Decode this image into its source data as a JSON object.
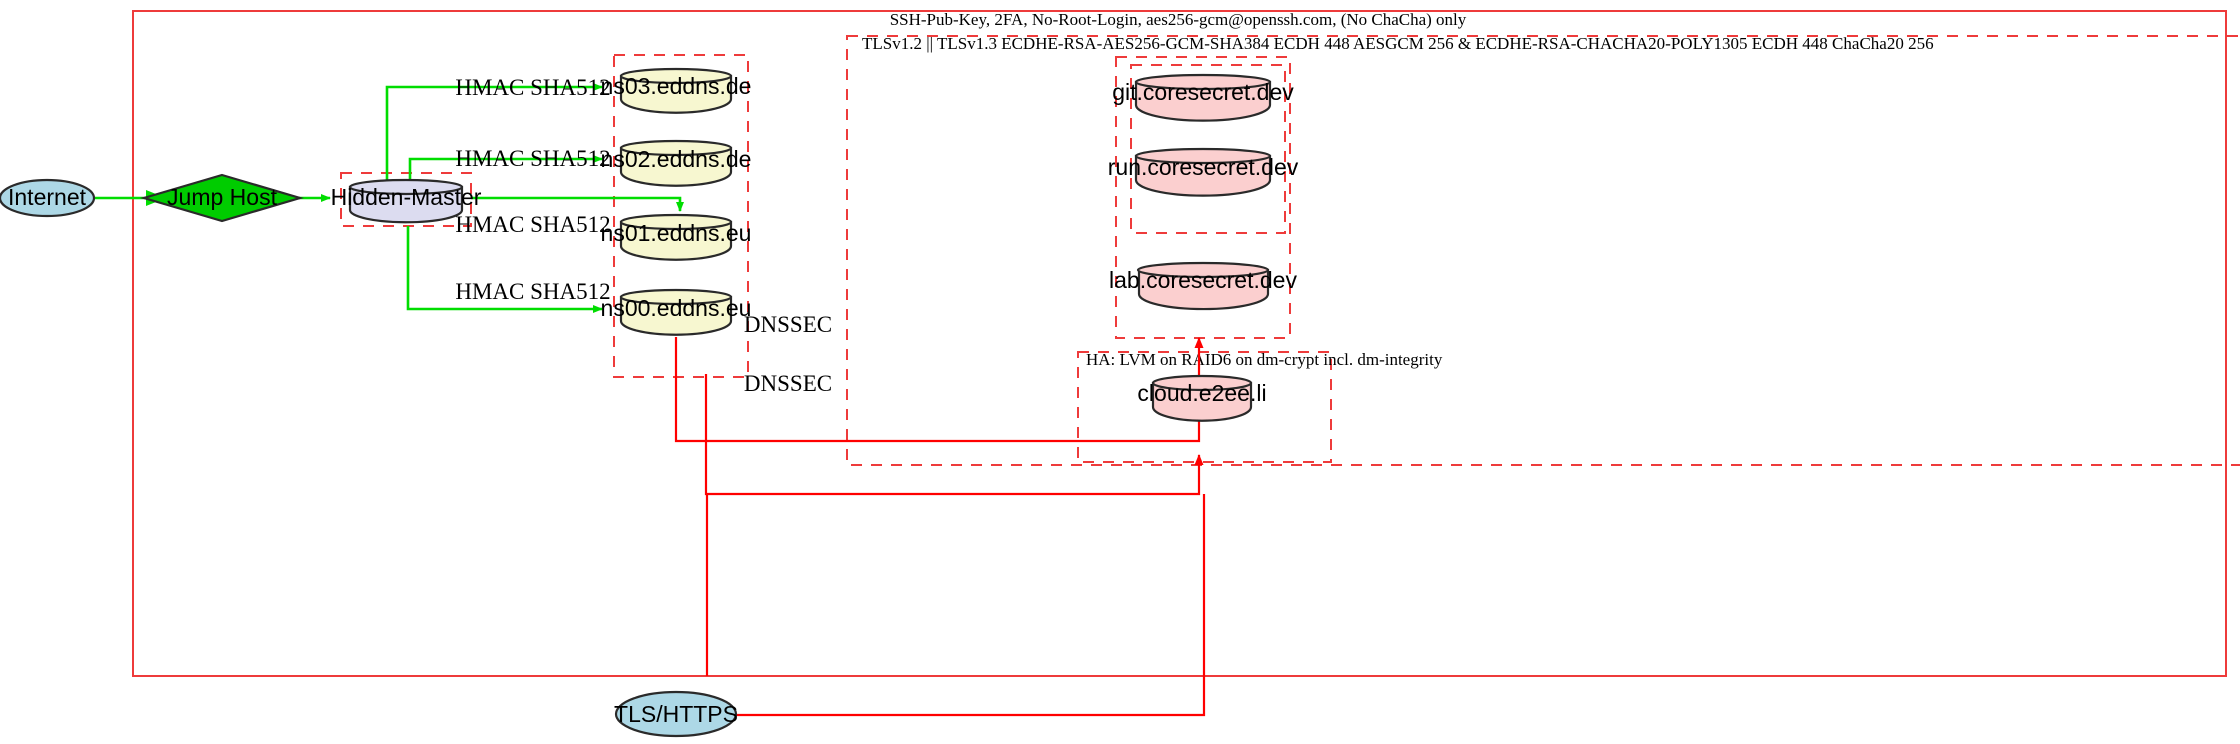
{
  "diagram": {
    "title_labels": {
      "outer_ssh": "SSH-Pub-Key, 2FA, No-Root-Login, aes256-gcm@openssh.com, (No ChaCha) only",
      "tls_cluster": "TLSv1.2 || TLSv1.3 ECDHE-RSA-AES256-GCM-SHA384 ECDH 448 AESGCM 256 & ECDHE-RSA-CHACHA20-POLY1305 ECDH 448 ChaCha20 256",
      "ha_cluster": "HA: LVM on RAID6 on dm-crypt incl. dm-integrity"
    },
    "nodes": {
      "internet": {
        "label": "Internet",
        "shape": "ellipse",
        "fill": "#add8e6"
      },
      "jump_host": {
        "label": "Jump Host",
        "shape": "diamond",
        "fill": "#00cc00"
      },
      "hidden_master": {
        "label": "Hidden-Master",
        "shape": "cylinder",
        "fill": "#dcdcf0"
      },
      "ns03": {
        "label": "ns03.eddns.de",
        "shape": "cylinder",
        "fill": "#f7f7d0"
      },
      "ns02": {
        "label": "ns02.eddns.de",
        "shape": "cylinder",
        "fill": "#f7f7d0"
      },
      "ns01": {
        "label": "ns01.eddns.eu",
        "shape": "cylinder",
        "fill": "#f7f7d0"
      },
      "ns00": {
        "label": "ns00.eddns.eu",
        "shape": "cylinder",
        "fill": "#f7f7d0"
      },
      "git": {
        "label": "git.coresecret.dev",
        "shape": "cylinder",
        "fill": "#fbcfcf"
      },
      "run": {
        "label": "run.coresecret.dev",
        "shape": "cylinder",
        "fill": "#fbcfcf"
      },
      "lab": {
        "label": "lab.coresecret.dev",
        "shape": "cylinder",
        "fill": "#fbcfcf"
      },
      "cloud": {
        "label": "cloud.e2ee.li",
        "shape": "cylinder",
        "fill": "#fbcfcf"
      },
      "tls_https": {
        "label": "TLS/HTTPS",
        "shape": "ellipse",
        "fill": "#add8e6"
      }
    },
    "edge_labels": {
      "hmac_ns03": "HMAC SHA512",
      "hmac_ns02": "HMAC SHA512",
      "hmac_ns01": "HMAC SHA512",
      "hmac_ns00": "HMAC SHA512",
      "dnssec_top": "DNSSEC",
      "dnssec_bottom": "DNSSEC"
    },
    "colors": {
      "cluster_border": "#ee3b3b",
      "green_edge": "#00dd00",
      "red_edge": "#ff0000",
      "node_stroke": "#2a2a2a"
    }
  }
}
